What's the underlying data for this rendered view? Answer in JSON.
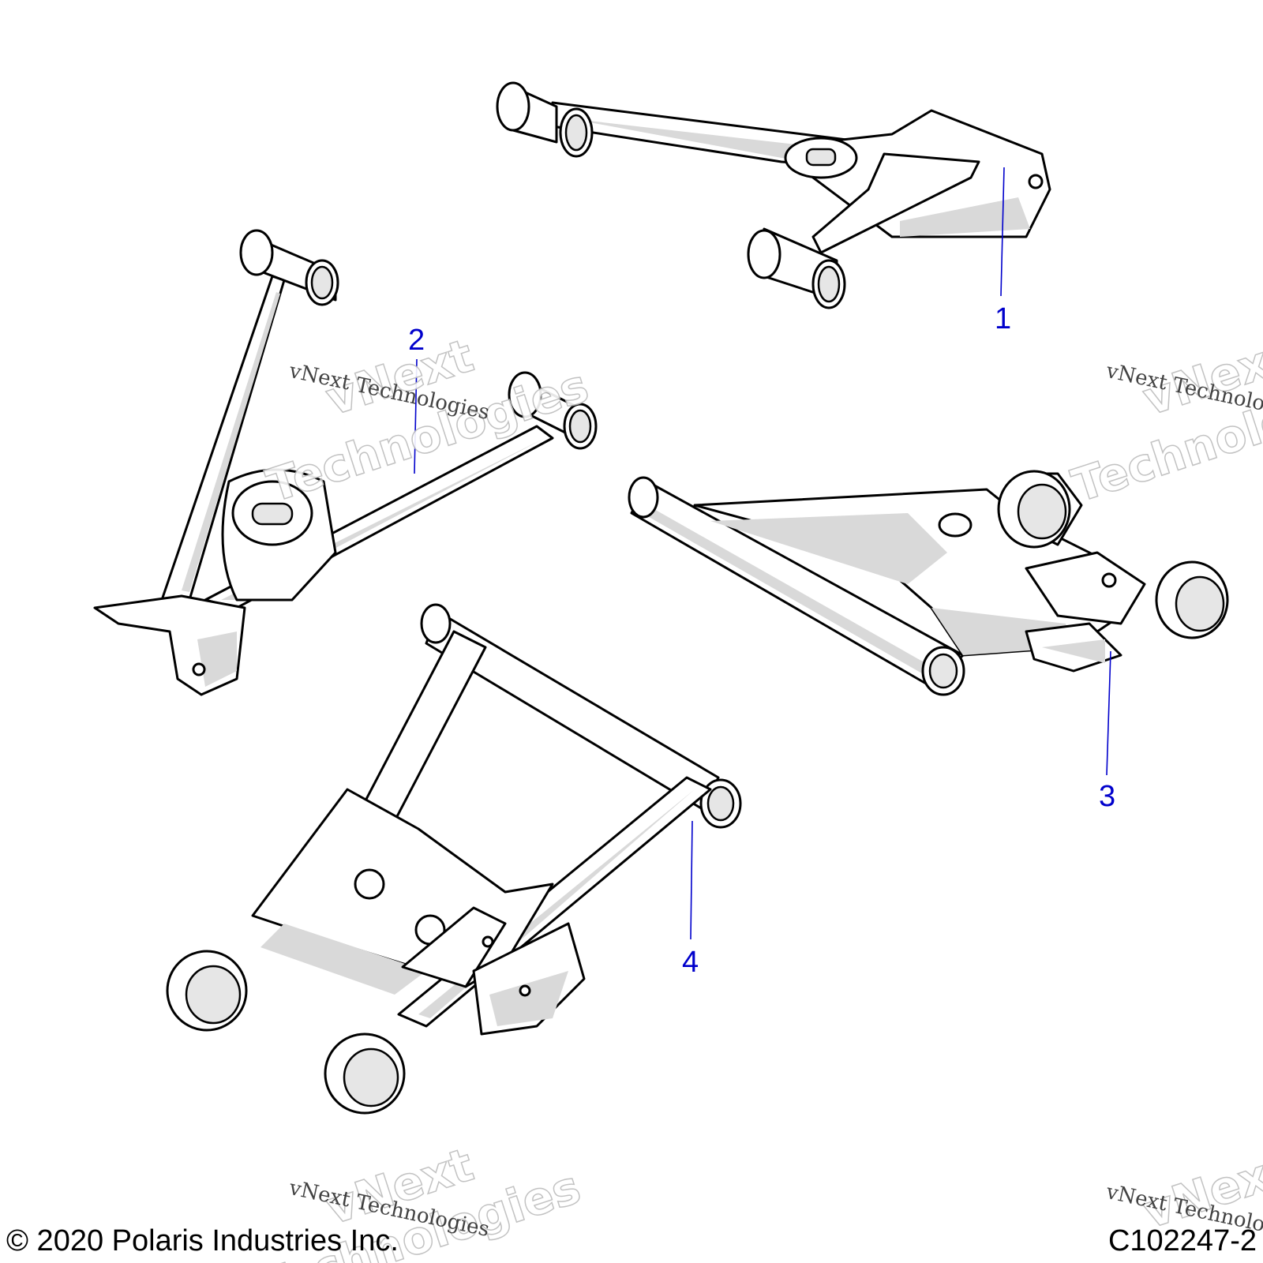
{
  "callouts": [
    {
      "label": "1"
    },
    {
      "label": "2"
    },
    {
      "label": "3"
    },
    {
      "label": "4"
    }
  ],
  "watermark": {
    "small": "vNext Technologies",
    "big_line1": "vNext",
    "big_line2": "Technologies",
    "right_small": "vNext Technolo",
    "right_big_line1": "vNext",
    "right_big_line2": "Technolo"
  },
  "footer": {
    "copyright": "© 2020 Polaris Industries Inc.",
    "figure_code": "C102247-2"
  },
  "colors": {
    "callout": "#0000cc",
    "line_art": "#000000",
    "shading": "#d9d9d9"
  }
}
